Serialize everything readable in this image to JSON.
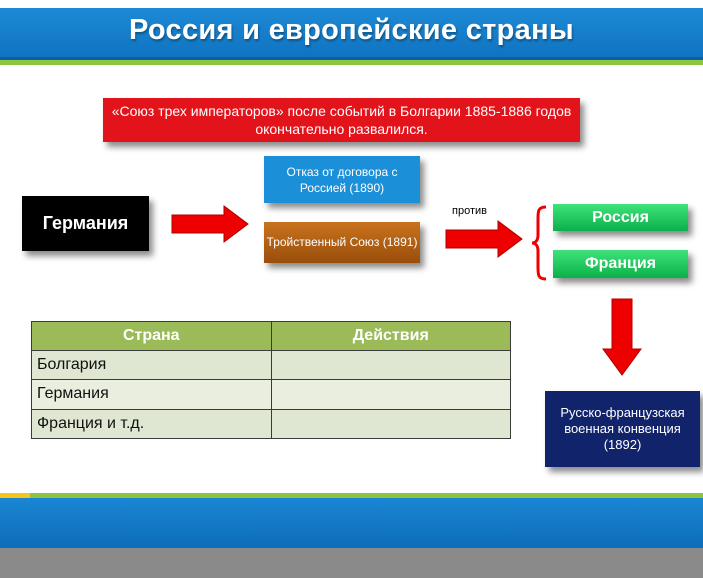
{
  "title": "Россия и европейские страны",
  "note": "«Союз трех императоров» после событий в Болгарии 1885-1886 годов окончательно развалился.",
  "nodes": {
    "germany": "Германия",
    "refusal": "Отказ от договора с Россией (1890)",
    "triple_alliance": "Тройственный Союз (1891)",
    "russia": "Россия",
    "france": "Франция",
    "convention": "Русско-французская военная конвенция (1892)"
  },
  "edge_label_against": "против",
  "table": {
    "headers": [
      "Страна",
      "Действия"
    ],
    "rows": [
      [
        "Болгария",
        ""
      ],
      [
        "Германия",
        ""
      ],
      [
        "Франция и т.д.",
        ""
      ]
    ]
  },
  "colors": {
    "header_blue": "#1d8ad6",
    "accent_green": "#8cc63f",
    "note_red": "#e3131b",
    "arrow_red": "#ee0000",
    "node_green": "#0bb04a",
    "node_blue": "#1c8fd9",
    "node_brown": "#b0601a",
    "node_navy": "#11236b",
    "table_header": "#9bbb59"
  }
}
